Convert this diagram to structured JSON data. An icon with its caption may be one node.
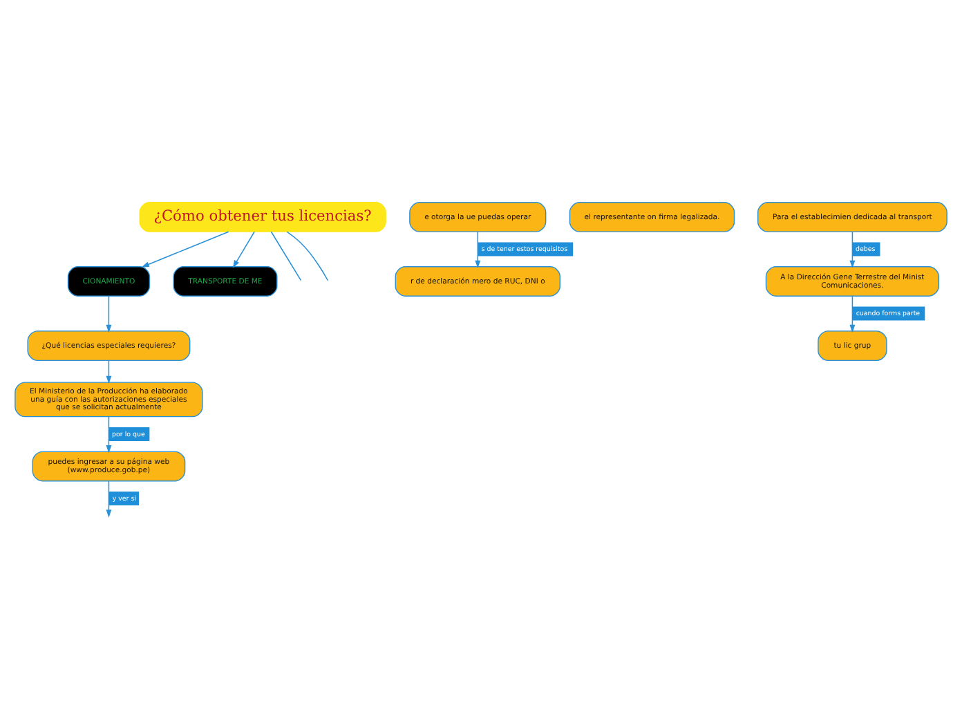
{
  "diagram": {
    "nodes": [
      {
        "text": [
          "¿Cómo obtener tus licencias?"
        ]
      },
      {
        "text": [
          "CIONAMIENTO"
        ]
      },
      {
        "text": [
          "TRANSPORTE DE ME"
        ]
      },
      {
        "text": [
          "e otorga la ue puedas operar"
        ]
      },
      {
        "text": [
          "r de declaración mero de RUC, DNI o"
        ]
      },
      {
        "text": [
          "el representante on firma legalizada."
        ]
      },
      {
        "text": [
          "¿Qué licencias especiales requieres?"
        ]
      },
      {
        "text": [
          "El Ministerio de la Producción ha elaborado una guía con las autorizaciones especiales que se solicitan actualmente"
        ]
      },
      {
        "text": [
          "puedes ingresar a su página web (www.produce.gob.pe)"
        ]
      },
      {
        "text": [
          "Para el establecimien dedicada al transport"
        ]
      },
      {
        "text": [
          "A la Dirección Gene Terrestre del Minist Comunicaciones."
        ]
      },
      {
        "text": [
          "tu lic grup"
        ]
      }
    ],
    "edges": [
      {
        "from": 0,
        "to": null,
        "arrow": "none"
      },
      {
        "from": 0,
        "to": 1,
        "arrow": "to"
      },
      {
        "from": 0,
        "to": null,
        "arrow": "none"
      },
      {
        "from": 0,
        "to": 2,
        "arrow": "to"
      },
      {
        "from": 1,
        "to": 6,
        "arrow": "to"
      },
      {
        "from": 3,
        "to": 4,
        "label": "s de tener estos requisitos",
        "arrow": "to"
      },
      {
        "from": 6,
        "to": 7,
        "arrow": "to"
      },
      {
        "from": 7,
        "to": 8,
        "label": "por lo que",
        "arrow": "to"
      },
      {
        "from": 8,
        "to": null,
        "label": "y ver si",
        "arrow": "to"
      },
      {
        "from": 9,
        "to": 10,
        "label": "debes",
        "arrow": "to"
      },
      {
        "from": 10,
        "to": 11,
        "label": "cuando forms parte",
        "arrow": "to"
      }
    ]
  }
}
